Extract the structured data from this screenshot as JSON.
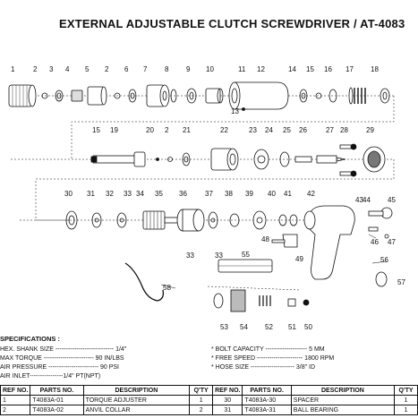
{
  "title": "EXTERNAL ADJUSTABLE CLUTCH SCREWDRIVER / AT-4083",
  "callouts": {
    "row1": [
      "1",
      "2",
      "3",
      "4",
      "5",
      "2",
      "6",
      "7",
      "8",
      "9",
      "10",
      "11",
      "12",
      "13",
      "14",
      "15",
      "16",
      "17",
      "18"
    ],
    "row2": [
      "15",
      "19",
      "20",
      "2",
      "21",
      "22",
      "23",
      "24",
      "25",
      "26",
      "27",
      "28",
      "29"
    ],
    "row3": [
      "30",
      "31",
      "32",
      "33",
      "34",
      "35",
      "36",
      "37",
      "38",
      "39",
      "40",
      "41",
      "42",
      "43",
      "44",
      "45",
      "46",
      "47",
      "48",
      "49",
      "33",
      "33",
      "55",
      "56",
      "57",
      "58",
      "53",
      "54",
      "52",
      "51",
      "50"
    ]
  },
  "specs": {
    "heading": "SPECIFICATIONS :",
    "left": [
      "HEX. SHANK SIZE ---------------------------- 1/4\"",
      "MAX TORQUE ------------------------ 90 IN/LBS",
      "AIR PRESSURE ------------------------ 90 PSI",
      "AIR INLET----------------1/4\" PT(NPT)"
    ],
    "right": [
      "* BOLT CAPACITY -------------------- 5 MM",
      "* FREE SPEED ---------------------- 1800 RPM",
      "* HOSE SIZE --------------------- 3/8\" ID"
    ]
  },
  "table": {
    "headers": [
      "REF NO.",
      "PARTS NO.",
      "DESCRIPTION",
      "Q'TY",
      "REF NO.",
      "PARTS NO.",
      "DESCRIPTION",
      "Q'TY"
    ],
    "rows": [
      [
        "1",
        "T4083A-01",
        "TORQUE ADJUSTER",
        "1",
        "30",
        "T4083A-30",
        "SPACER",
        "1"
      ],
      [
        "2",
        "T4083A-02",
        "ANVIL COLLAR",
        "2",
        "31",
        "T4083A-31",
        "BALL BEARING",
        "1"
      ]
    ]
  }
}
